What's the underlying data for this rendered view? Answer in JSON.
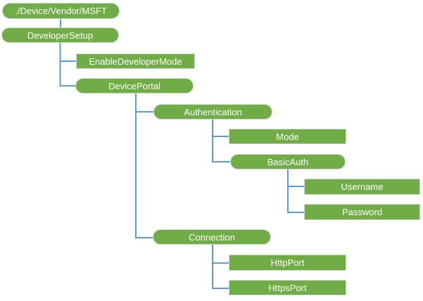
{
  "diagram": {
    "type": "tree",
    "nodes": [
      {
        "id": "msft-root",
        "label": "./Device/Vendor/MSFT",
        "shape": "pill",
        "parent": null
      },
      {
        "id": "developer-setup",
        "label": "DeveloperSetup",
        "shape": "pill",
        "parent": "msft-root"
      },
      {
        "id": "enable-developer-mode",
        "label": "EnableDeveloperMode",
        "shape": "rect",
        "parent": "developer-setup"
      },
      {
        "id": "device-portal",
        "label": "DevicePortal",
        "shape": "pill",
        "parent": "developer-setup"
      },
      {
        "id": "authentication",
        "label": "Authentication",
        "shape": "pill",
        "parent": "device-portal"
      },
      {
        "id": "mode",
        "label": "Mode",
        "shape": "rect",
        "parent": "authentication"
      },
      {
        "id": "basic-auth",
        "label": "BasicAuth",
        "shape": "pill",
        "parent": "authentication"
      },
      {
        "id": "username",
        "label": "Username",
        "shape": "rect",
        "parent": "basic-auth"
      },
      {
        "id": "password",
        "label": "Password",
        "shape": "rect",
        "parent": "basic-auth"
      },
      {
        "id": "connection",
        "label": "Connection",
        "shape": "pill",
        "parent": "device-portal"
      },
      {
        "id": "http-port",
        "label": "HttpPort",
        "shape": "rect",
        "parent": "connection"
      },
      {
        "id": "https-port",
        "label": "HttpsPort",
        "shape": "rect",
        "parent": "connection"
      }
    ],
    "colors": {
      "node_fill": "#70AD47",
      "node_border": "#D6D6D6",
      "node_text": "#FFFFFF",
      "connector": "#5B9BD5",
      "background": "#FFFFFF"
    }
  }
}
